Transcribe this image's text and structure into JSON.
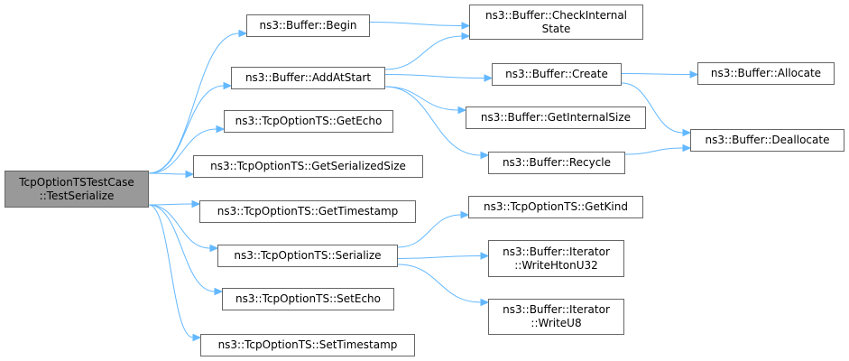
{
  "graph": {
    "root": {
      "line1": "TcpOptionTSTestCase",
      "line2": "::TestSerialize"
    },
    "nodes": {
      "buffer_begin": "ns3::Buffer::Begin",
      "buffer_addatstart": "ns3::Buffer::AddAtStart",
      "ts_getecho": "ns3::TcpOptionTS::GetEcho",
      "ts_getserializedsize": "ns3::TcpOptionTS::GetSerializedSize",
      "ts_gettimestamp": "ns3::TcpOptionTS::GetTimestamp",
      "ts_serialize": "ns3::TcpOptionTS::Serialize",
      "ts_setecho": "ns3::TcpOptionTS::SetEcho",
      "ts_settimestamp": "ns3::TcpOptionTS::SetTimestamp",
      "buffer_checkinternalstate": {
        "line1": "ns3::Buffer::CheckInternal",
        "line2": "State"
      },
      "buffer_create": "ns3::Buffer::Create",
      "buffer_getinternalsize": "ns3::Buffer::GetInternalSize",
      "buffer_recycle": "ns3::Buffer::Recycle",
      "ts_getkind": "ns3::TcpOptionTS::GetKind",
      "iter_writehtonu32": {
        "line1": "ns3::Buffer::Iterator",
        "line2": "::WriteHtonU32"
      },
      "iter_writeu8": {
        "line1": "ns3::Buffer::Iterator",
        "line2": "::WriteU8"
      },
      "buffer_allocate": "ns3::Buffer::Allocate",
      "buffer_deallocate": "ns3::Buffer::Deallocate"
    },
    "edges": [
      [
        "root",
        "buffer_begin"
      ],
      [
        "root",
        "buffer_addatstart"
      ],
      [
        "root",
        "ts_getecho"
      ],
      [
        "root",
        "ts_getserializedsize"
      ],
      [
        "root",
        "ts_gettimestamp"
      ],
      [
        "root",
        "ts_serialize"
      ],
      [
        "root",
        "ts_setecho"
      ],
      [
        "root",
        "ts_settimestamp"
      ],
      [
        "buffer_begin",
        "buffer_checkinternalstate"
      ],
      [
        "buffer_addatstart",
        "buffer_checkinternalstate"
      ],
      [
        "buffer_addatstart",
        "buffer_create"
      ],
      [
        "buffer_addatstart",
        "buffer_getinternalsize"
      ],
      [
        "buffer_addatstart",
        "buffer_recycle"
      ],
      [
        "buffer_create",
        "buffer_allocate"
      ],
      [
        "buffer_create",
        "buffer_deallocate"
      ],
      [
        "buffer_recycle",
        "buffer_deallocate"
      ],
      [
        "ts_serialize",
        "ts_getkind"
      ],
      [
        "ts_serialize",
        "iter_writehtonu32"
      ],
      [
        "ts_serialize",
        "iter_writeu8"
      ]
    ],
    "colors": {
      "edge": "#63b8ff",
      "root_fill": "#999999",
      "node_border": "#666666"
    }
  }
}
